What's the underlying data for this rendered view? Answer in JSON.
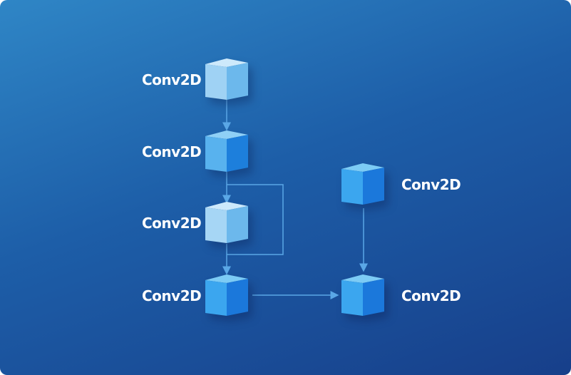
{
  "nodes": [
    {
      "id": "n1",
      "label": "Conv2D",
      "variant": "light"
    },
    {
      "id": "n2",
      "label": "Conv2D",
      "variant": "medium"
    },
    {
      "id": "n3",
      "label": "Conv2D",
      "variant": "light"
    },
    {
      "id": "n4",
      "label": "Conv2D",
      "variant": "dark"
    },
    {
      "id": "n5",
      "label": "Conv2D",
      "variant": "dark"
    },
    {
      "id": "n6",
      "label": "Conv2D",
      "variant": "dark"
    }
  ],
  "edges": [
    {
      "from": "n1",
      "to": "n2"
    },
    {
      "from": "n2",
      "to": "n3"
    },
    {
      "from": "n3",
      "to": "n4"
    },
    {
      "from": "n2",
      "to": "n4",
      "kind": "skip"
    },
    {
      "from": "n4",
      "to": "n6"
    },
    {
      "from": "n5",
      "to": "n6"
    }
  ],
  "colors": {
    "background_top": "#2f86c6",
    "background_bottom": "#173f8a",
    "line": "#5aa7e6",
    "label": "#ffffff",
    "cube_light": [
      "#cde9fb",
      "#9fd2f4",
      "#6cb8ec"
    ],
    "cube_medium": [
      "#8fd0f6",
      "#58b2ee",
      "#1d7fdc"
    ],
    "cube_dark": [
      "#7ccbf5",
      "#3ba6ef",
      "#1b78db"
    ]
  }
}
